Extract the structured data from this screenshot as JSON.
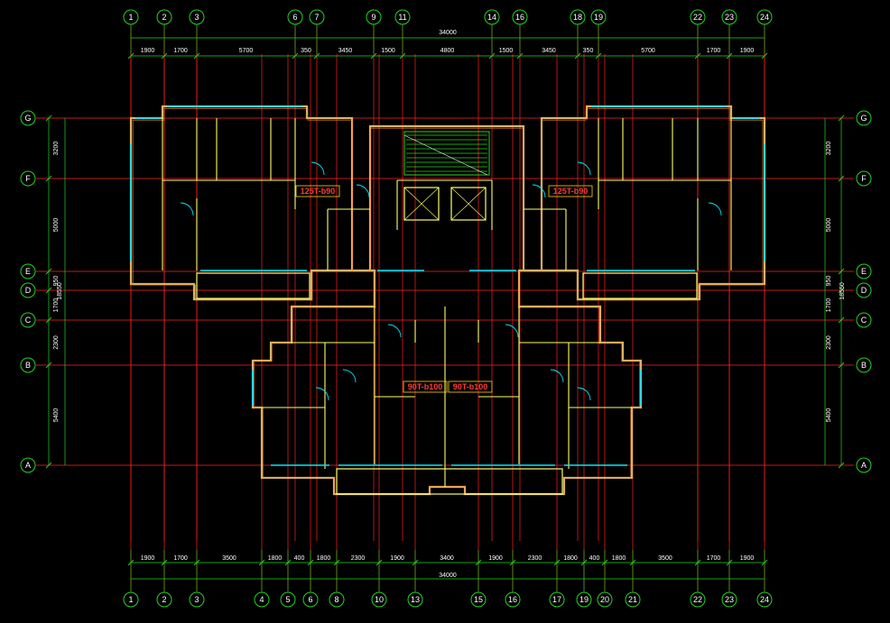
{
  "top_axes": [
    "1",
    "2",
    "3",
    "6",
    "7",
    "9",
    "11",
    "14",
    "16",
    "18",
    "19",
    "22",
    "23",
    "24"
  ],
  "bottom_axes": [
    "1",
    "2",
    "3",
    "4",
    "5",
    "6",
    "8",
    "10",
    "13",
    "15",
    "16",
    "17",
    "19",
    "20",
    "21",
    "22",
    "23",
    "24"
  ],
  "side_axes": [
    "G",
    "F",
    "E",
    "D",
    "C",
    "B",
    "A"
  ],
  "top_dims": [
    "1900",
    "1700",
    "5700",
    "350",
    "3450",
    "1500",
    "4800",
    "1500",
    "3450",
    "350",
    "5700",
    "1700",
    "1900"
  ],
  "top_total": "34000",
  "bottom_dims": [
    "1900",
    "1700",
    "3500",
    "1800",
    "400",
    "1800",
    "2300",
    "1900",
    "3400",
    "1900",
    "2300",
    "1800",
    "400",
    "1800",
    "3500",
    "1700",
    "1900"
  ],
  "bottom_total": "34000",
  "side_dims": [
    "3200",
    "5000",
    "950",
    "1700",
    "2300",
    "5400"
  ],
  "side_total": "18550",
  "unit_tags": [
    "125T-b90",
    "125T-b90",
    "90T-b100",
    "90T-b100"
  ],
  "colors": {
    "grid": "#ff2020",
    "dimension": "#21d421",
    "bubble": "#21d421",
    "wall": "#d8b46a",
    "window": "#00e5ff",
    "inner_wall": "#ffff66",
    "text": "#ffffff"
  }
}
